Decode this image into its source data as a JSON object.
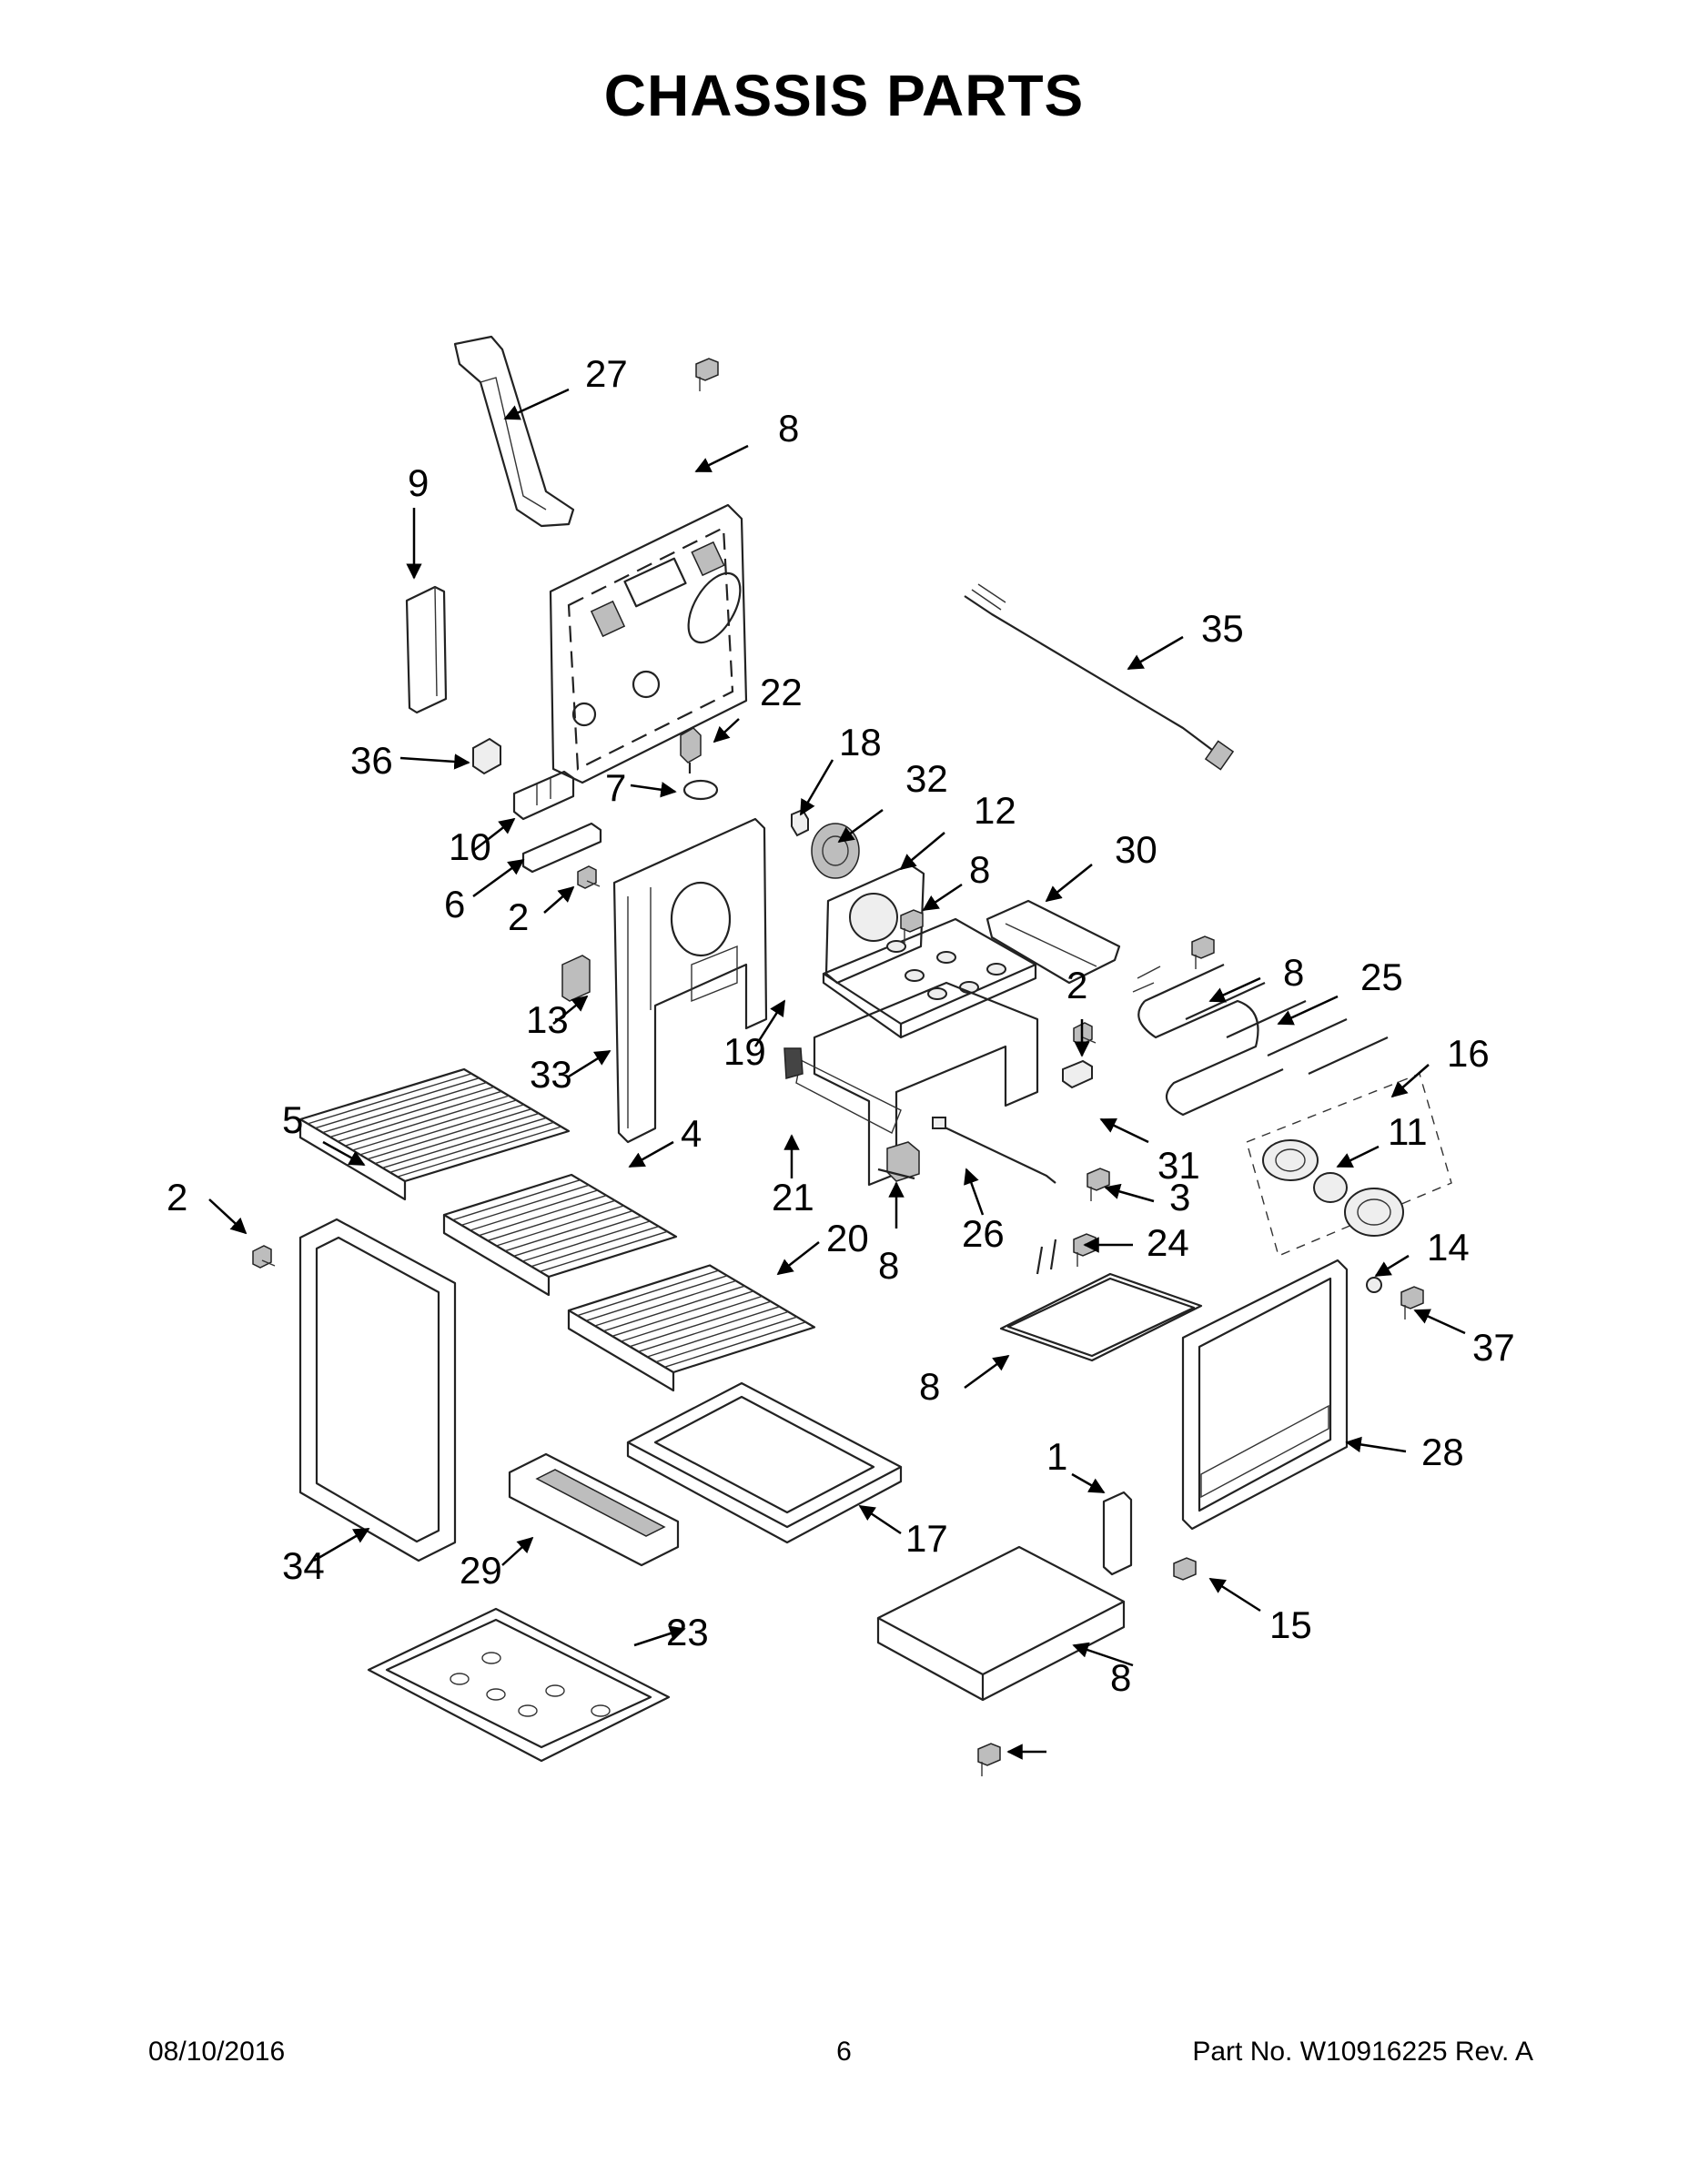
{
  "title": "CHASSIS PARTS",
  "footer": {
    "date": "08/10/2016",
    "page_number": "6",
    "part_number": "Part No.  W10916225  Rev.  A"
  },
  "callouts": [
    "27",
    "8",
    "9",
    "35",
    "22",
    "18",
    "32",
    "36",
    "7",
    "12",
    "30",
    "10",
    "8",
    "6",
    "2",
    "8",
    "25",
    "2",
    "13",
    "33",
    "19",
    "16",
    "5",
    "4",
    "11",
    "21",
    "31",
    "2",
    "26",
    "3",
    "20",
    "8",
    "24",
    "14",
    "8",
    "37",
    "28",
    "1",
    "34",
    "29",
    "17",
    "15",
    "23",
    "8"
  ]
}
